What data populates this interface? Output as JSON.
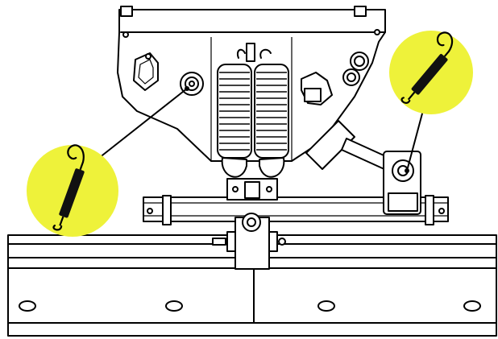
{
  "diagram": {
    "subject": "snowplow-mount-assembly-spring-lubrication-points",
    "callouts": [
      {
        "icon": "spring-grease-icon",
        "points_to": "left-pivot-bushing"
      },
      {
        "icon": "spring-grease-icon",
        "points_to": "right-cylinder-pivot"
      }
    ],
    "colors": {
      "callout": "#eef23a",
      "line": "#000000",
      "background": "#ffffff"
    }
  }
}
